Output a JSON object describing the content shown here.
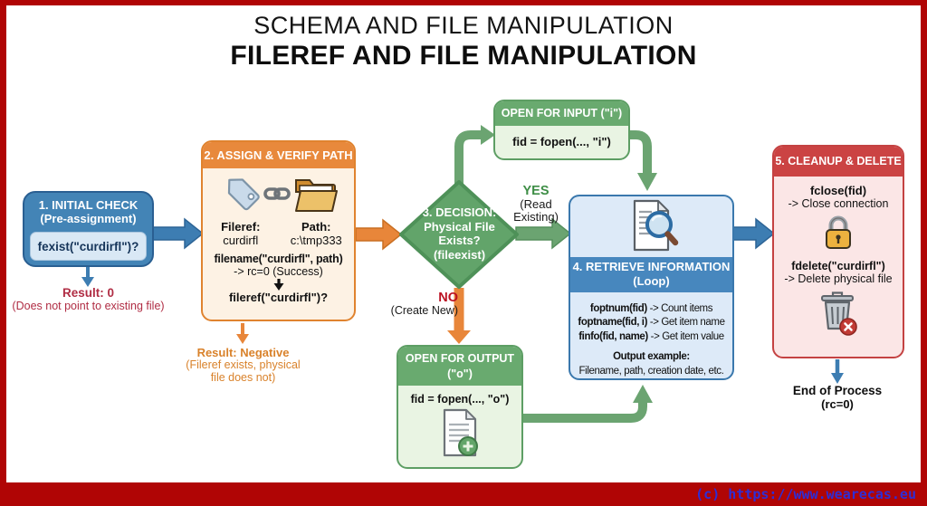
{
  "title": {
    "line1": "SCHEMA AND FILE MANIPULATION",
    "line2": "FILEREF AND FILE MANIPULATION"
  },
  "watermark": "(c) https://www.wearecas.eu",
  "colors": {
    "frame_red": "#b00505",
    "blue": "#4384b6",
    "blue_light": "#d9e8f5",
    "orange": "#e8893c",
    "orange_light": "#fdf2e4",
    "green": "#69aa6f",
    "green_light": "#e9f4e3",
    "red": "#cb4343",
    "red_light": "#fbe6e6",
    "result_red_text": "#b02d44",
    "result_orange_text": "#d9822b",
    "watermark_blue": "#2e2ed6"
  },
  "step1": {
    "title_line1": "1. INITIAL CHECK",
    "title_line2": "(Pre-assignment)",
    "code": "fexist(\"curdirfl\")?",
    "result_title": "Result: 0",
    "result_sub": "(Does not point to existing file)"
  },
  "step2": {
    "title": "2. ASSIGN & VERIFY PATH",
    "fileref_label": "Fileref:",
    "fileref_value": "curdirfl",
    "path_label": "Path:",
    "path_value": "c:\\tmp333",
    "code_line1": "filename(\"curdirfl\", path)",
    "code_line2": "-> rc=0 (Success)",
    "code_line3": "fileref(\"curdirfl\")?",
    "result_title": "Result: Negative",
    "result_sub1": "(Fileref exists, physical",
    "result_sub2": "file does not)"
  },
  "decision": {
    "line1": "3. DECISION:",
    "line2": "Physical File",
    "line3": "Exists?",
    "line4": "(fileexist)",
    "yes": "YES",
    "yes_sub1": "(Read",
    "yes_sub2": "Existing)",
    "no": "NO",
    "no_sub": "(Create New)"
  },
  "open_input": {
    "title": "OPEN FOR INPUT (\"i\")",
    "code": "fid = fopen(..., \"i\")"
  },
  "open_output": {
    "title_line1": "OPEN FOR OUTPUT",
    "title_line2": "(\"o\")",
    "code": "fid = fopen(..., \"o\")"
  },
  "step4": {
    "title_line1": "4. RETRIEVE INFORMATION",
    "title_line2": "(Loop)",
    "fn1": "foptnum(fid)",
    "fn1_desc": " -> Count items",
    "fn2": "foptname(fid, i)",
    "fn2_desc": " -> Get item name",
    "fn3": "finfo(fid, name)",
    "fn3_desc": " -> Get item value",
    "output_label": "Output example:",
    "output_value": "Filename, path, creation date, etc."
  },
  "step5": {
    "title": "5. CLEANUP & DELETE",
    "code1": "fclose(fid)",
    "code1_desc": "-> Close connection",
    "code2": "fdelete(\"curdirfl\")",
    "code2_desc": "-> Delete physical file",
    "end_line1": "End of Process",
    "end_line2": "(rc=0)"
  },
  "icons": {
    "tag": "tag-icon",
    "chain": "link-icon",
    "folder": "folder-icon",
    "document_search": "document-magnifier-icon",
    "lock": "padlock-icon",
    "trash": "trash-delete-icon",
    "document_add": "document-plus-icon",
    "down_arrow": "down-arrow-icon"
  }
}
